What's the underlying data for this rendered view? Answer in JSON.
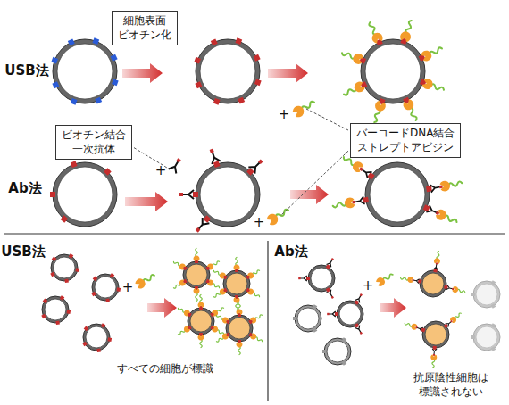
{
  "diagram": {
    "nodes": [
      {
        "text": [
          "細胞表面 ビオチン化"
        ]
      },
      {
        "text": [
          "ビオチン結合 一次抗体"
        ]
      },
      {
        "text": [
          "バーコードDNA結合 ストレプトアビジン"
        ]
      }
    ],
    "labels": [
      "USB法",
      "+",
      "Ab法",
      "+",
      "+",
      "USB法",
      "+",
      "すべての細胞が標識",
      "Ab法",
      "+",
      "抗原陰性細胞は 標識されない"
    ]
  }
}
